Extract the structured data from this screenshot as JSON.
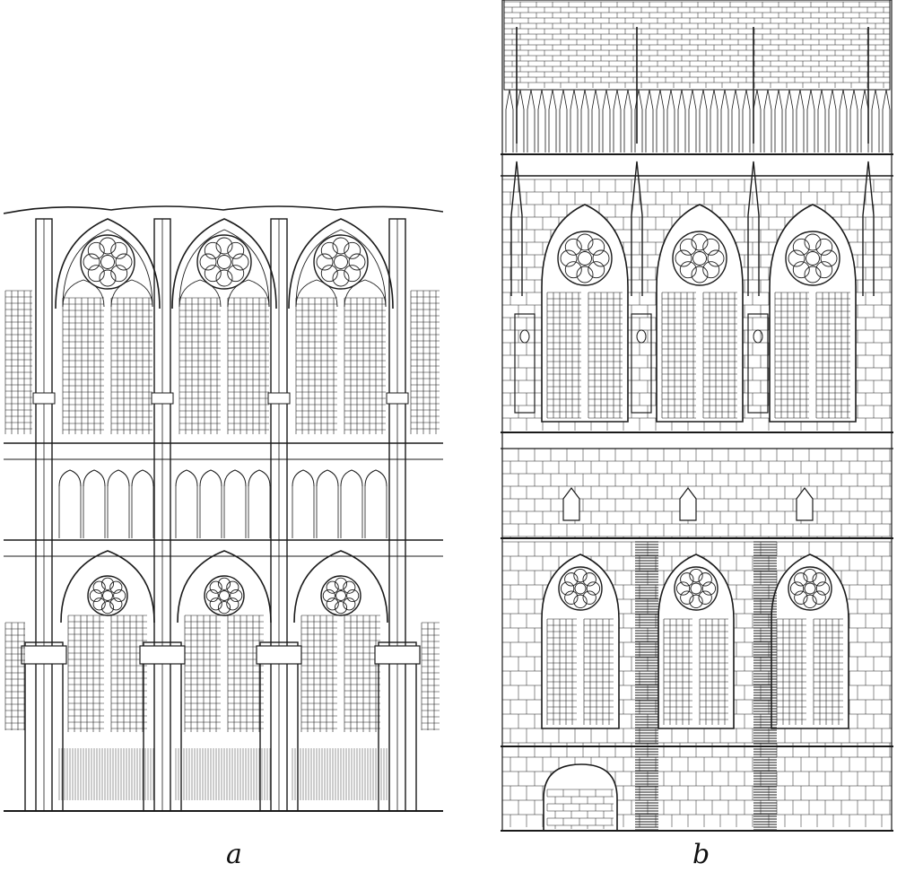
{
  "figure": {
    "panels": [
      {
        "id": "a",
        "label": "a",
        "description_icon": "cathedral-nave-interior-elevation"
      },
      {
        "id": "b",
        "label": "b",
        "description_icon": "cathedral-exterior-elevation"
      }
    ]
  },
  "colors": {
    "ink": "#1a1a1a",
    "paper": "#ffffff",
    "hatch": "#555555"
  }
}
